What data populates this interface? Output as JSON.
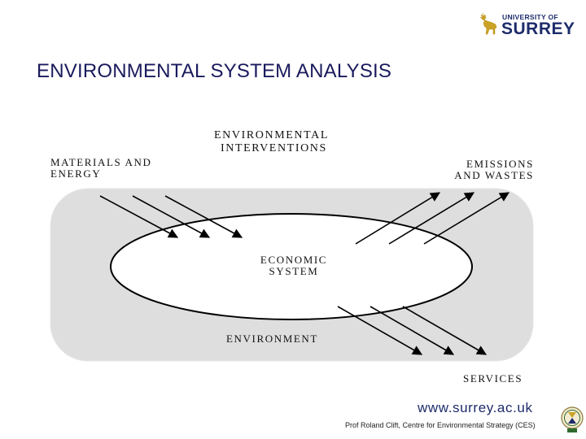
{
  "header": {
    "title": "ENVIRONMENTAL SYSTEM ANALYSIS",
    "logo": {
      "line1": "UNIVERSITY OF",
      "line2": "SURREY",
      "icon": "stag-icon",
      "color": "#1d2c6b"
    }
  },
  "diagram": {
    "labels": {
      "environmental_interventions": [
        "ENVIRONMENTAL",
        "INTERVENTIONS"
      ],
      "materials_energy": [
        "MATERIALS AND",
        "ENERGY"
      ],
      "emissions_wastes": [
        "EMISSIONS",
        "AND WASTES"
      ],
      "economic_system": [
        "ECONOMIC",
        "SYSTEM"
      ],
      "environment": "ENVIRONMENT",
      "services": "SERVICES"
    },
    "colors": {
      "environment_fill": "#dedede",
      "economy_fill": "#ffffff",
      "stroke": "#000000"
    }
  },
  "footer": {
    "url": "www.surrey.ac.uk",
    "credit": "Prof Roland Clift, Centre for Environmental Strategy (CES)",
    "seal_icon": "ces-seal-icon"
  }
}
